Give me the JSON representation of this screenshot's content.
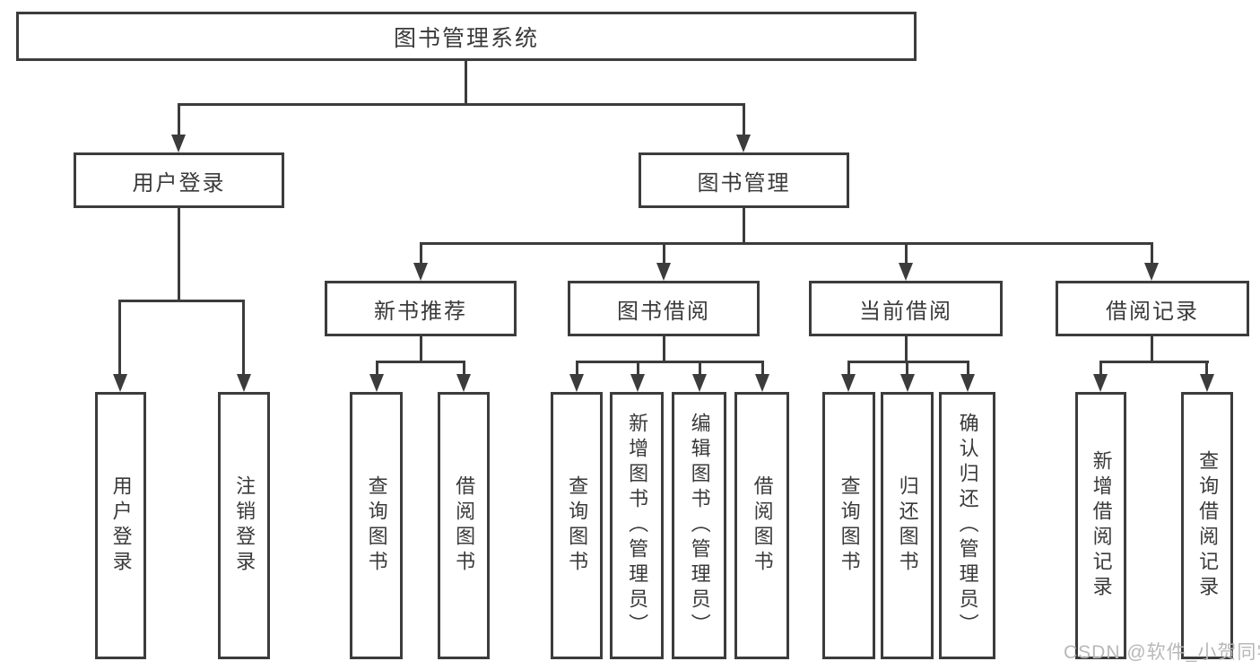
{
  "diagram": {
    "root_label": "图书管理系统",
    "level2": {
      "user_login": "用户登录",
      "book_management": "图书管理"
    },
    "level3": {
      "new_book_rec": "新书推荐",
      "book_borrowing": "图书借阅",
      "current_borrowing": "当前借阅",
      "borrowing_records": "借阅记录"
    },
    "leaves": {
      "user_login": [
        "用户登录",
        "注销登录"
      ],
      "new_book_rec": [
        "查询图书",
        "借阅图书"
      ],
      "book_borrowing": [
        "查询图书",
        "新增图书（管理员）",
        "编辑图书（管理员）",
        "借阅图书"
      ],
      "current_borrowing": [
        "查询图书",
        "归还图书",
        "确认归还（管理员）"
      ],
      "borrowing_records": [
        "新增借阅记录",
        "查询借阅记录"
      ]
    }
  },
  "watermark": "CSDN @软件_小贺同学",
  "colors": {
    "line": "#3c3c3c",
    "text": "#3a3a3a",
    "watermark": "#b8b8b8",
    "background": "#ffffff"
  }
}
